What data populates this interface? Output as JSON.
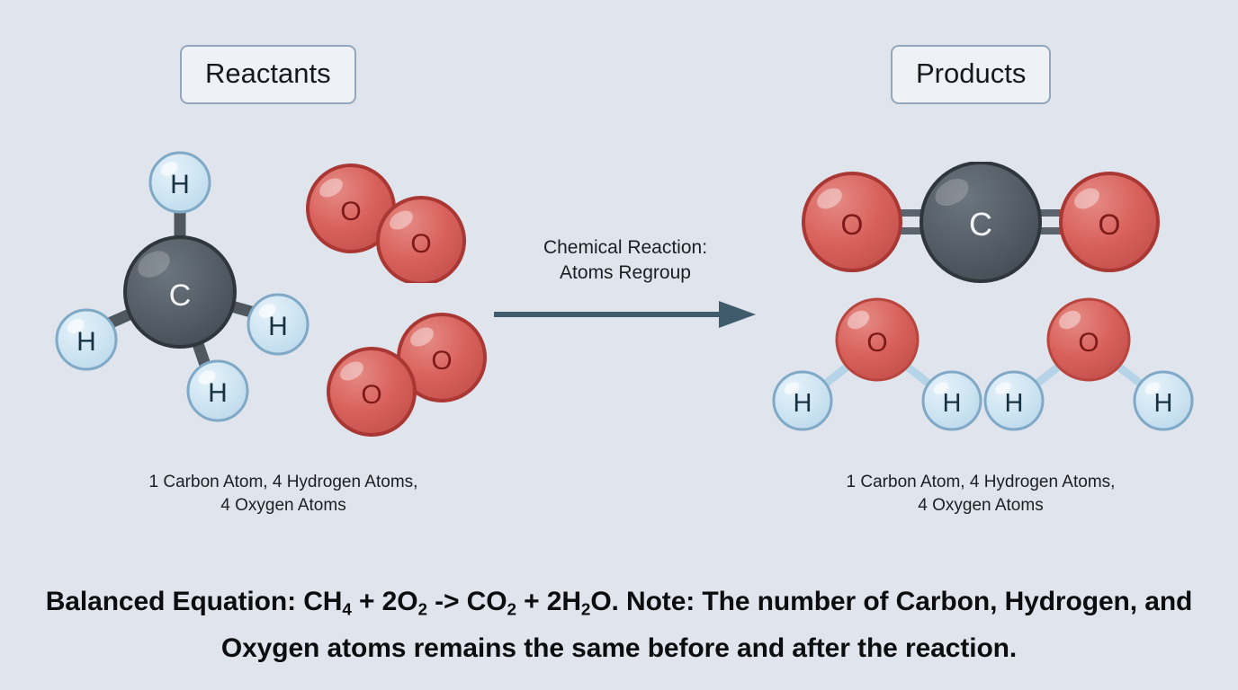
{
  "background_color": "#e0e5ed",
  "headers": {
    "reactants": "Reactants",
    "products": "Products"
  },
  "arrow": {
    "label": "Chemical Reaction:\nAtoms Regroup",
    "color": "#3f5b6c"
  },
  "captions": {
    "reactants": "1 Carbon Atom, 4 Hydrogen Atoms,\n4 Oxygen Atoms",
    "products": "1 Carbon Atom, 4 Hydrogen Atoms,\n4 Oxygen Atoms"
  },
  "equation": {
    "line1_prefix": "Balanced Equation: CH",
    "line1_sub1": "4",
    "line1_mid1": " + 2O",
    "line1_sub2": "2",
    "line1_mid2": " -> CO",
    "line1_sub3": "2",
    "line1_mid3": " + 2H",
    "line1_sub4": "2",
    "line1_suffix": "O. Note: The number of Carbon,",
    "line2": "Hydrogen, and Oxygen atoms remains the same before and after the reaction.",
    "plain_text": "Balanced Equation: CH4 + 2O2 -> CO2 + 2H2O. Note: The number of Carbon, Hydrogen, and Oxygen atoms remains the same before and after the reaction."
  },
  "atom_colors": {
    "carbon_fill": "#535d66",
    "carbon_stroke": "#2f363c",
    "carbon_label": "#f2f4f6",
    "oxygen_fill": "#d9615c",
    "oxygen_stroke": "#a93733",
    "oxygen_label": "#7c1a18",
    "hydrogen_fill": "#cde4f2",
    "hydrogen_stroke": "#7fa9c6",
    "hydrogen_label": "#1f3murky"
  },
  "molecules": {
    "methane": {
      "name": "methane",
      "formula": "CH4",
      "center_atom": "C",
      "outer_atoms": [
        "H",
        "H",
        "H",
        "H"
      ]
    },
    "oxygen_a": {
      "name": "dioxygen",
      "formula": "O2",
      "atoms": [
        "O",
        "O"
      ]
    },
    "oxygen_b": {
      "name": "dioxygen",
      "formula": "O2",
      "atoms": [
        "O",
        "O"
      ]
    },
    "carbon_dioxide": {
      "name": "carbon dioxide",
      "formula": "CO2",
      "center_atom": "C",
      "outer_atoms": [
        "O",
        "O"
      ],
      "bond_type": "double"
    },
    "water_a": {
      "name": "water",
      "formula": "H2O",
      "center_atom": "O",
      "outer_atoms": [
        "H",
        "H"
      ]
    },
    "water_b": {
      "name": "water",
      "formula": "H2O",
      "center_atom": "O",
      "outer_atoms": [
        "H",
        "H"
      ]
    }
  }
}
